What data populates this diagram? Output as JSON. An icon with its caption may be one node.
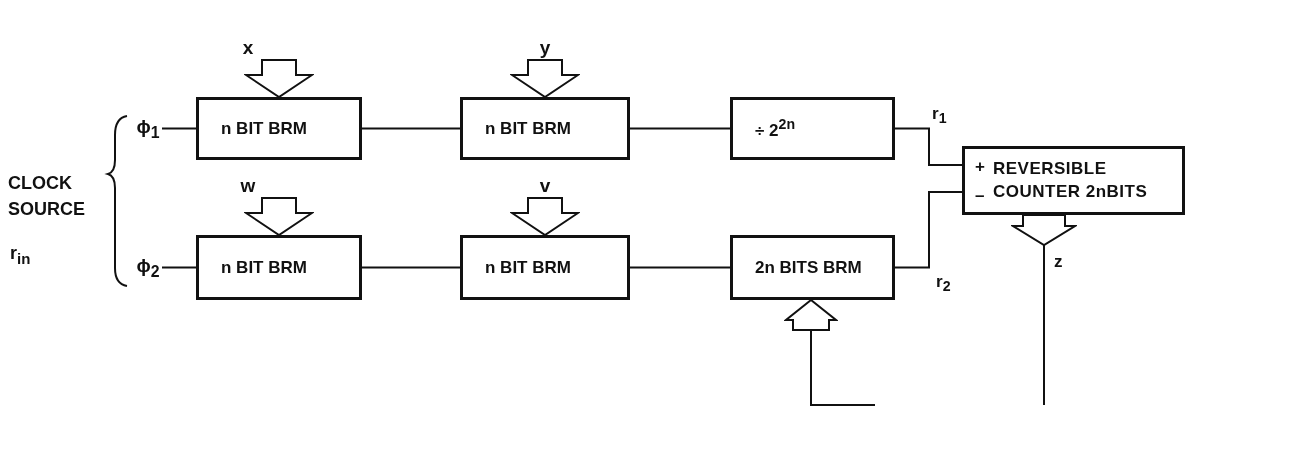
{
  "diagram": {
    "nodes": [
      {
        "text": [
          "n BIT BRM"
        ]
      },
      {
        "text": [
          "n BIT BRM"
        ]
      },
      {
        "text": [
          "÷ 2$^{2n}$"
        ]
      },
      {
        "text": [
          "+",
          "–",
          "REVERSIBLE COUNTER 2nBITS"
        ]
      },
      {
        "text": [
          "n BIT BRM"
        ]
      },
      {
        "text": [
          "n BIT BRM"
        ]
      },
      {
        "text": [
          "2n BITS BRM"
        ]
      },
      {
        "text": [
          "ϕ$_{1}$"
        ]
      },
      {
        "text": [
          "ϕ$_{2}$"
        ]
      },
      {
        "text": [
          "x"
        ]
      },
      {
        "text": [
          "y"
        ]
      },
      {
        "text": [
          "w"
        ]
      },
      {
        "text": [
          "v"
        ]
      }
    ],
    "edges": [
      {
        "from": 7,
        "to": 0,
        "arrow": "none"
      },
      {
        "from": 0,
        "to": 1,
        "arrow": "none"
      },
      {
        "from": 1,
        "to": 2,
        "arrow": "none"
      },
      {
        "from": 2,
        "to": 3,
        "arrow": "none",
        "label": "r$_{1}$"
      },
      {
        "from": 8,
        "to": 4,
        "arrow": "none"
      },
      {
        "from": 4,
        "to": 5,
        "arrow": "none"
      },
      {
        "from": 5,
        "to": 6,
        "arrow": "none"
      },
      {
        "from": 6,
        "to": 3,
        "arrow": "none",
        "label": "r$_{2}$"
      },
      {
        "from": 9,
        "to": 0,
        "arrow": "to"
      },
      {
        "from": 10,
        "to": 1,
        "arrow": "to"
      },
      {
        "from": 11,
        "to": 4,
        "arrow": "to"
      },
      {
        "from": 12,
        "to": 5,
        "arrow": "to"
      },
      {
        "from": null,
        "to": 6,
        "arrow": "to"
      },
      {
        "from": 3,
        "to": null,
        "arrow": "to",
        "label": "z"
      }
    ],
    "labels": [
      "CLOCK SOURCE",
      "r$_{in}$"
    ]
  }
}
